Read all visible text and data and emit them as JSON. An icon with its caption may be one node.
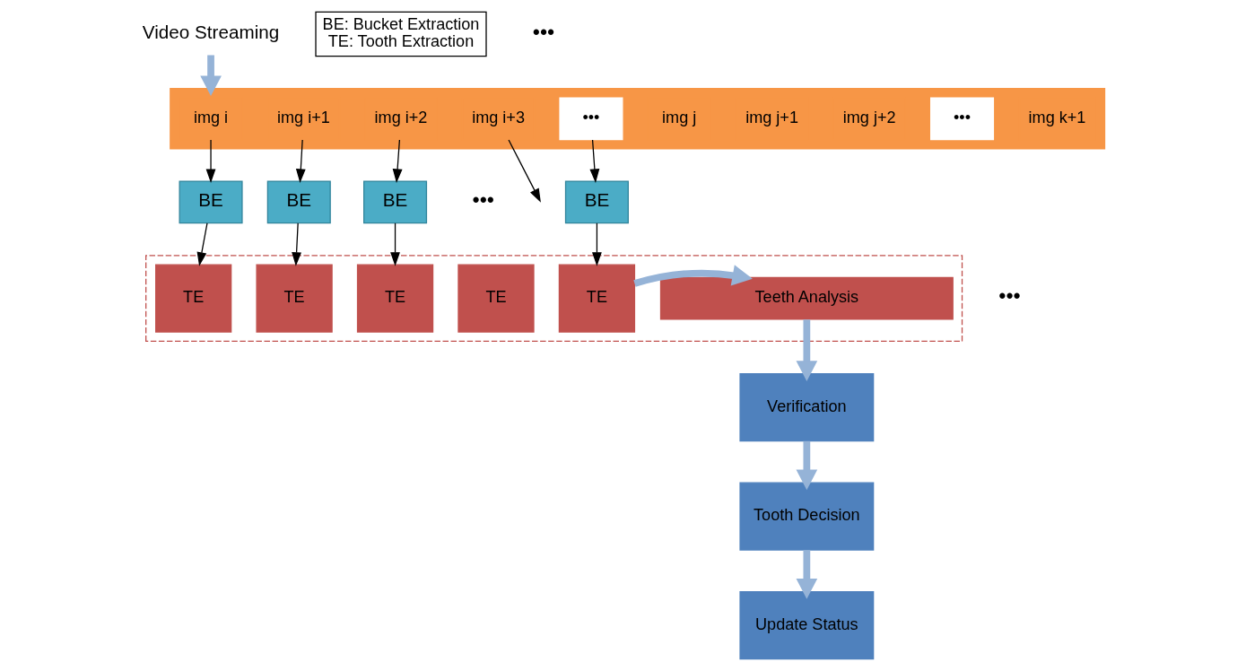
{
  "diagram": {
    "nodes": [
      {
        "text": [
          "Video Streaming"
        ]
      },
      {
        "text": [],
        "shape": "bar"
      },
      {
        "text": [
          "img i"
        ],
        "in": 1
      },
      {
        "text": [
          "img i+1"
        ],
        "in": 1
      },
      {
        "text": [
          "img i+2"
        ],
        "in": 1
      },
      {
        "text": [
          "img i+3"
        ],
        "in": 1
      },
      {
        "text": [
          "•••"
        ],
        "in": 1
      },
      {
        "text": [
          "img j"
        ],
        "in": 1
      },
      {
        "text": [
          "img j+1"
        ],
        "in": 1
      },
      {
        "text": [
          "img j+2"
        ],
        "in": 1
      },
      {
        "text": [
          "•••"
        ],
        "in": 1
      },
      {
        "text": [
          "img k+1"
        ],
        "in": 1
      },
      {
        "text": [
          "BE"
        ]
      },
      {
        "text": [
          "BE"
        ]
      },
      {
        "text": [
          "BE"
        ]
      },
      {
        "text": [
          "BE"
        ]
      },
      {
        "text": [],
        "shape": "box"
      },
      {
        "text": [
          "TE"
        ],
        "in": 16
      },
      {
        "text": [
          "TE"
        ],
        "in": 16
      },
      {
        "text": [
          "TE"
        ],
        "in": 16
      },
      {
        "text": [
          "TE"
        ],
        "in": 16
      },
      {
        "text": [
          "TE"
        ],
        "in": 16
      },
      {
        "text": [
          "Teeth Analysis"
        ],
        "in": 16
      },
      {
        "text": [
          "Verification"
        ]
      },
      {
        "text": [
          "Tooth Decision"
        ]
      },
      {
        "text": [
          "Update Status"
        ]
      },
      {
        "text": [
          "BE: Bucket Extraction",
          "TE: Tooth Extraction"
        ]
      }
    ],
    "edges": [
      {
        "from": 0,
        "to": 1,
        "arrow": "to",
        "style": "thick",
        "color": "#95b3d7"
      },
      {
        "from": 2,
        "to": 12,
        "arrow": "to"
      },
      {
        "from": 3,
        "to": 13,
        "arrow": "to"
      },
      {
        "from": 4,
        "to": 14,
        "arrow": "to"
      },
      {
        "from": 5,
        "to": null,
        "arrow": "to"
      },
      {
        "from": 6,
        "to": 15,
        "arrow": "to"
      },
      {
        "from": 12,
        "to": 17,
        "arrow": "to"
      },
      {
        "from": 13,
        "to": 18,
        "arrow": "to"
      },
      {
        "from": 14,
        "to": 19,
        "arrow": "to"
      },
      {
        "from": 15,
        "to": 21,
        "arrow": "to"
      },
      {
        "from": 21,
        "to": 22,
        "arrow": "to",
        "style": "thick",
        "color": "#95b3d7"
      },
      {
        "from": 22,
        "to": 23,
        "arrow": "to",
        "style": "thick",
        "color": "#95b3d7"
      },
      {
        "from": 23,
        "to": 24,
        "arrow": "to",
        "style": "thick",
        "color": "#95b3d7"
      },
      {
        "from": 24,
        "to": 25,
        "arrow": "to",
        "style": "thick",
        "color": "#95b3d7"
      }
    ],
    "labels": [
      "•••",
      "•••",
      "•••"
    ]
  }
}
